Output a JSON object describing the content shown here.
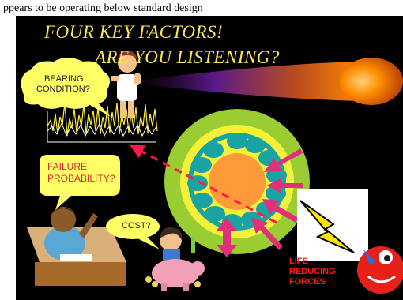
{
  "page": {
    "caption": "ppears to be operating below standard design"
  },
  "slide": {
    "title_line1": "FOUR KEY FACTORS!",
    "title_line2": "ARE YOU LISTENING?",
    "bubble_bearing": {
      "line1": "BEARING",
      "line2": "CONDITION?"
    },
    "callout_failure": {
      "line1": "FAILURE",
      "line2": "PROBABILITY?"
    },
    "bubble_cost": "COST?",
    "forces_label": {
      "line1": "LIFE",
      "line2": "REDUCING",
      "line3": "FORCES"
    }
  },
  "colors": {
    "background": "#000000",
    "title": "#ffe45a",
    "bearing_outer": "#9acd32",
    "bearing_ring": "#f5f03a",
    "bearing_ball": "#1aa3a3",
    "bearing_core": "#ff9a3a",
    "arrow": "#e0307a",
    "dashed_line": "#ff1a4a",
    "comet": "#ff8a00"
  }
}
